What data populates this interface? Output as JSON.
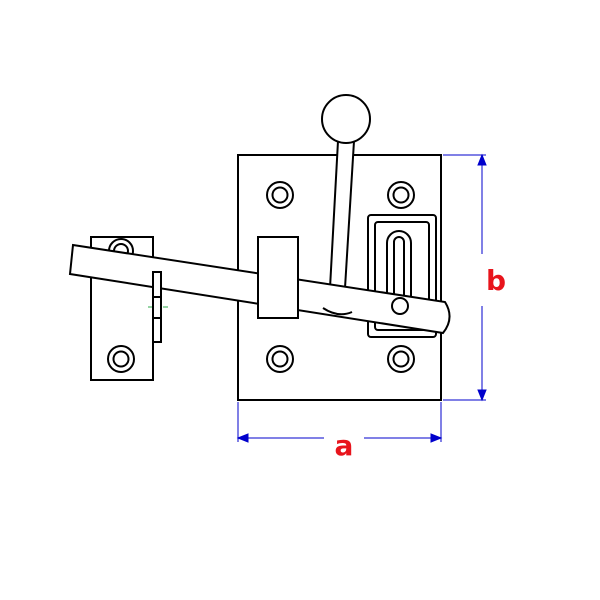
{
  "diagram": {
    "dimension_width_label": "a",
    "dimension_height_label": "b",
    "colors": {
      "line": "#000000",
      "fill": "#ffffff",
      "dimension_line": "#0000cc",
      "dimension_text": "#e8141c",
      "accent": "#2ea84a"
    },
    "parts": [
      "main-plate",
      "keeper-plate",
      "latch-bar",
      "lever-handle",
      "catch-slot",
      "mounting-screws"
    ]
  }
}
